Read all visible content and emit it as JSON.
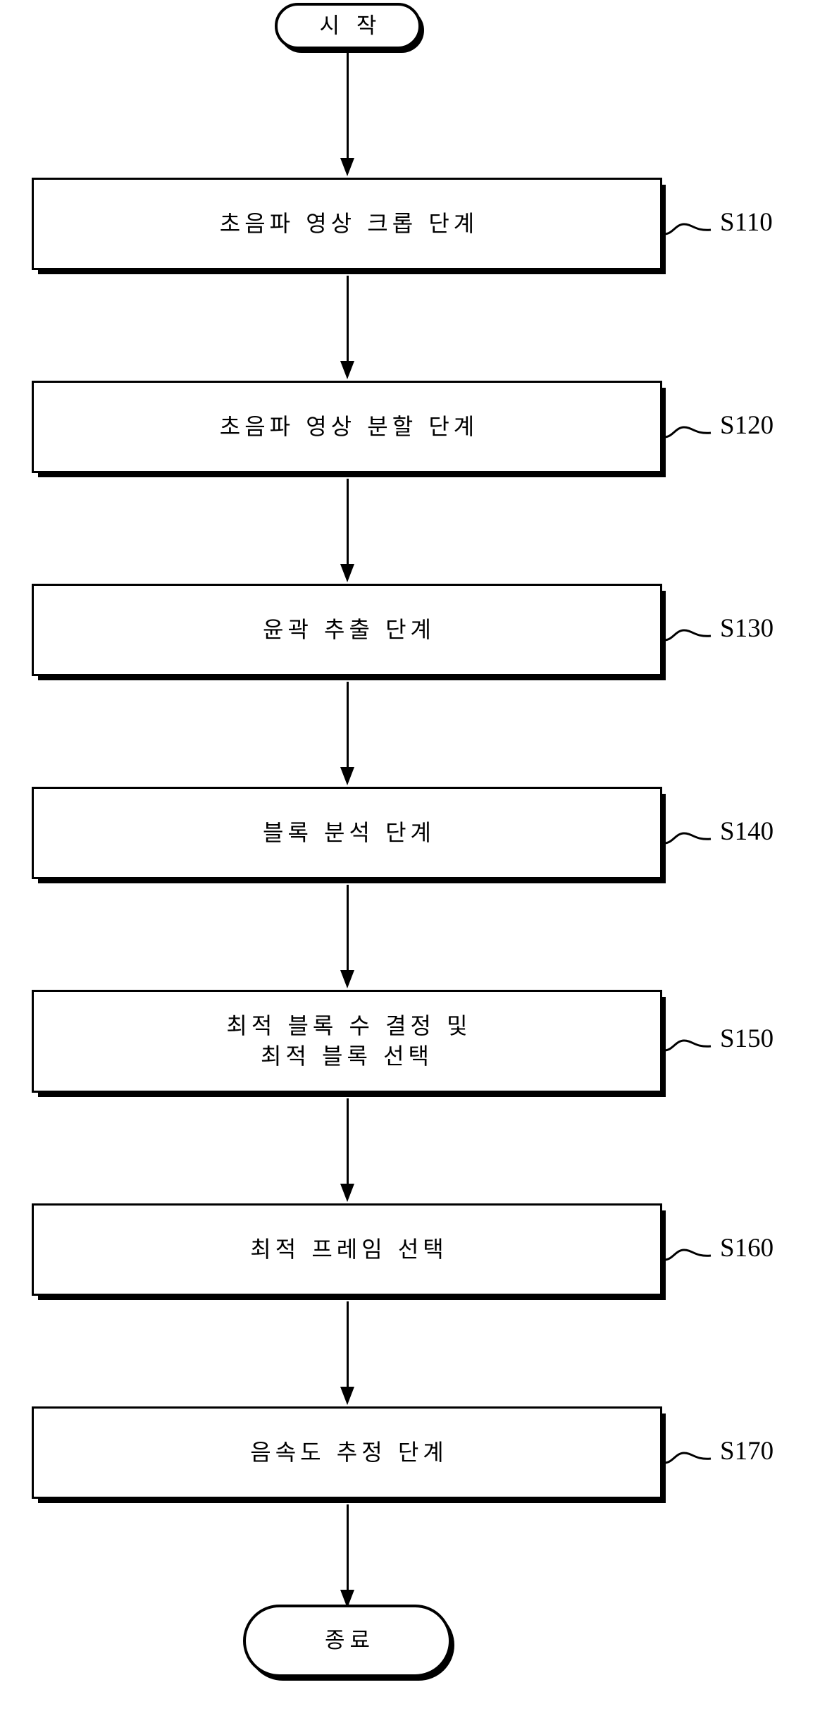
{
  "diagram": {
    "type": "flowchart",
    "orientation": "vertical",
    "language": "ko",
    "colors": {
      "stroke": "#000000",
      "fill": "#ffffff",
      "shadow": "#000000"
    },
    "start": {
      "label": "시 작",
      "shape": "terminator"
    },
    "end": {
      "label": "종료",
      "shape": "terminator"
    },
    "steps": [
      {
        "label": "초음파 영상 크롭 단계",
        "ref": "S110",
        "shape": "process"
      },
      {
        "label": "초음파 영상 분할 단계",
        "ref": "S120",
        "shape": "process"
      },
      {
        "label": "윤곽 추출 단계",
        "ref": "S130",
        "shape": "process"
      },
      {
        "label": "블록 분석 단계",
        "ref": "S140",
        "shape": "process"
      },
      {
        "label": "최적 블록 수 결정 및\n최적 블록 선택",
        "ref": "S150",
        "shape": "process"
      },
      {
        "label": "최적 프레임 선택",
        "ref": "S160",
        "shape": "process"
      },
      {
        "label": "음속도 추정 단계",
        "ref": "S170",
        "shape": "process"
      }
    ]
  }
}
